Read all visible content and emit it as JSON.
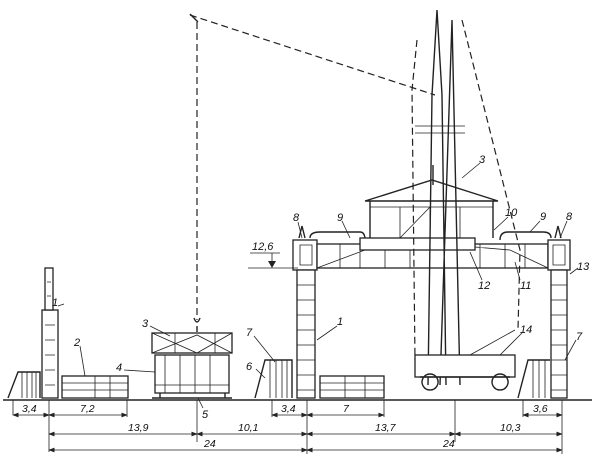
{
  "labels": {
    "column_left": "1",
    "stack_left": "2",
    "cage_top": "3",
    "cage_body": "4",
    "cage_pivot": "5",
    "rack_left": "6",
    "stack_mid": "7",
    "column_portal": "1",
    "hook_frame": "3",
    "post_left": "8",
    "rail_left": "9",
    "frame_post": "10",
    "rail_right": "9",
    "post_right": "8",
    "level_mark": "12,6",
    "beam_joint": "12",
    "truss": "11",
    "cab_right": "13",
    "crawler_crane": "14",
    "stack_right": "7"
  },
  "dimensions": {
    "row1": [
      "3,4",
      "7,2",
      "3,4",
      "7",
      "3,6"
    ],
    "row2": [
      "13,9",
      "10,1",
      "13,7",
      "10,3"
    ],
    "row3": [
      "24",
      "24"
    ]
  }
}
